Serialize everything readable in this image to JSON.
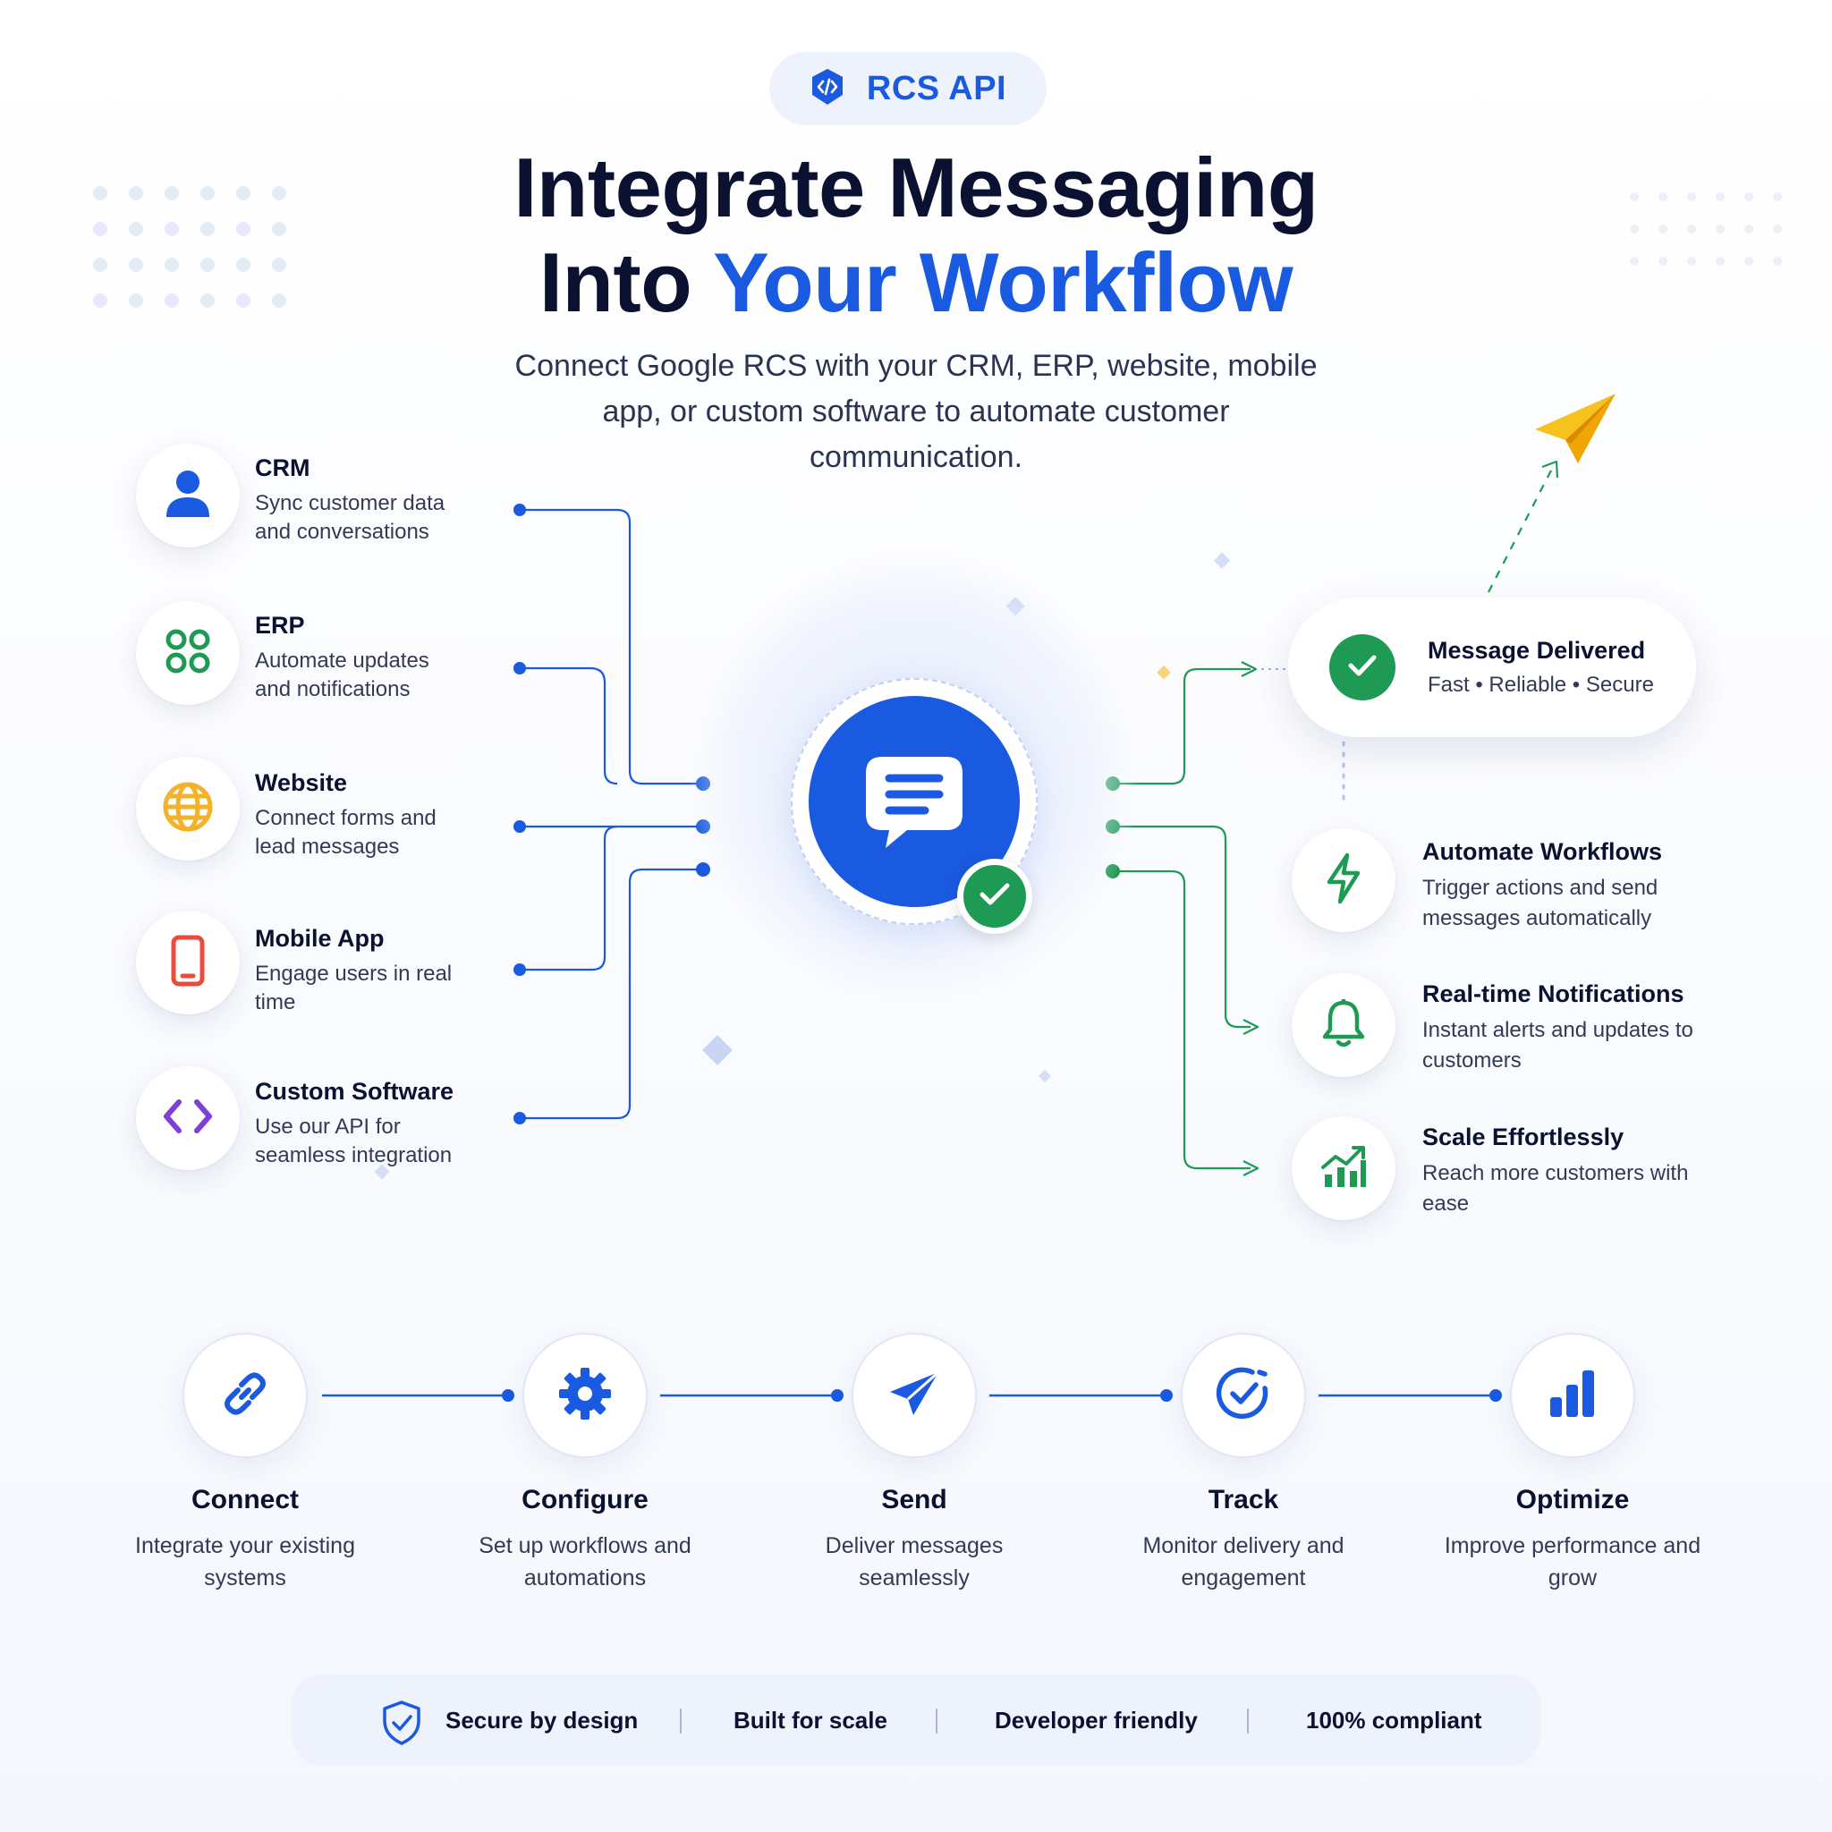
{
  "badge": {
    "icon": "code-shield-icon",
    "label": "RCS API"
  },
  "title": {
    "line1": "Integrate Messaging",
    "line2_plain": "Into ",
    "line2_accent": "Your Workflow"
  },
  "subtitle": "Connect Google RCS with your CRM, ERP, website, mobile app, or custom software to automate customer communication.",
  "sources": [
    {
      "icon": "user-icon",
      "title": "CRM",
      "desc": "Sync customer data and conversations"
    },
    {
      "icon": "apps-grid-icon",
      "title": "ERP",
      "desc": "Automate updates and notifications"
    },
    {
      "icon": "globe-icon",
      "title": "Website",
      "desc": "Connect forms and lead messages"
    },
    {
      "icon": "smartphone-icon",
      "title": "Mobile App",
      "desc": "Engage users in real time"
    },
    {
      "icon": "code-icon",
      "title": "Custom Software",
      "desc": "Use our API for seamless integration"
    }
  ],
  "hub": {
    "icon": "chat-bubble-icon",
    "badge_icon": "check-icon"
  },
  "delivered": {
    "title": "Message Delivered",
    "subtitle": "Fast • Reliable • Secure",
    "icon": "check-icon"
  },
  "outcomes": [
    {
      "icon": "lightning-icon",
      "title": "Automate Workflows",
      "desc": "Trigger actions and send messages automatically"
    },
    {
      "icon": "bell-icon",
      "title": "Real-time Notifications",
      "desc": "Instant alerts and updates to customers"
    },
    {
      "icon": "growth-chart-icon",
      "title": "Scale Effortlessly",
      "desc": "Reach more customers with ease"
    }
  ],
  "steps": [
    {
      "icon": "link-icon",
      "title": "Connect",
      "desc": "Integrate your existing systems"
    },
    {
      "icon": "gear-icon",
      "title": "Configure",
      "desc": "Set up workflows and automations"
    },
    {
      "icon": "send-icon",
      "title": "Send",
      "desc": "Deliver messages seamlessly"
    },
    {
      "icon": "check-circle-icon",
      "title": "Track",
      "desc": "Monitor delivery and engagement"
    },
    {
      "icon": "bar-chart-icon",
      "title": "Optimize",
      "desc": "Improve performance and grow"
    }
  ],
  "footer": {
    "items": [
      "Secure by design",
      "Built for scale",
      "Developer friendly",
      "100% compliant"
    ],
    "icon": "shield-check-icon"
  },
  "colors": {
    "primary_blue": "#1a5ae0",
    "success_green": "#1f9a55",
    "text_dark": "#0b1130",
    "accent_yellow": "#f6b300",
    "globe_amber": "#f4b12a",
    "mobile_red": "#ec4a3c",
    "code_purple": "#7d3fd6"
  }
}
